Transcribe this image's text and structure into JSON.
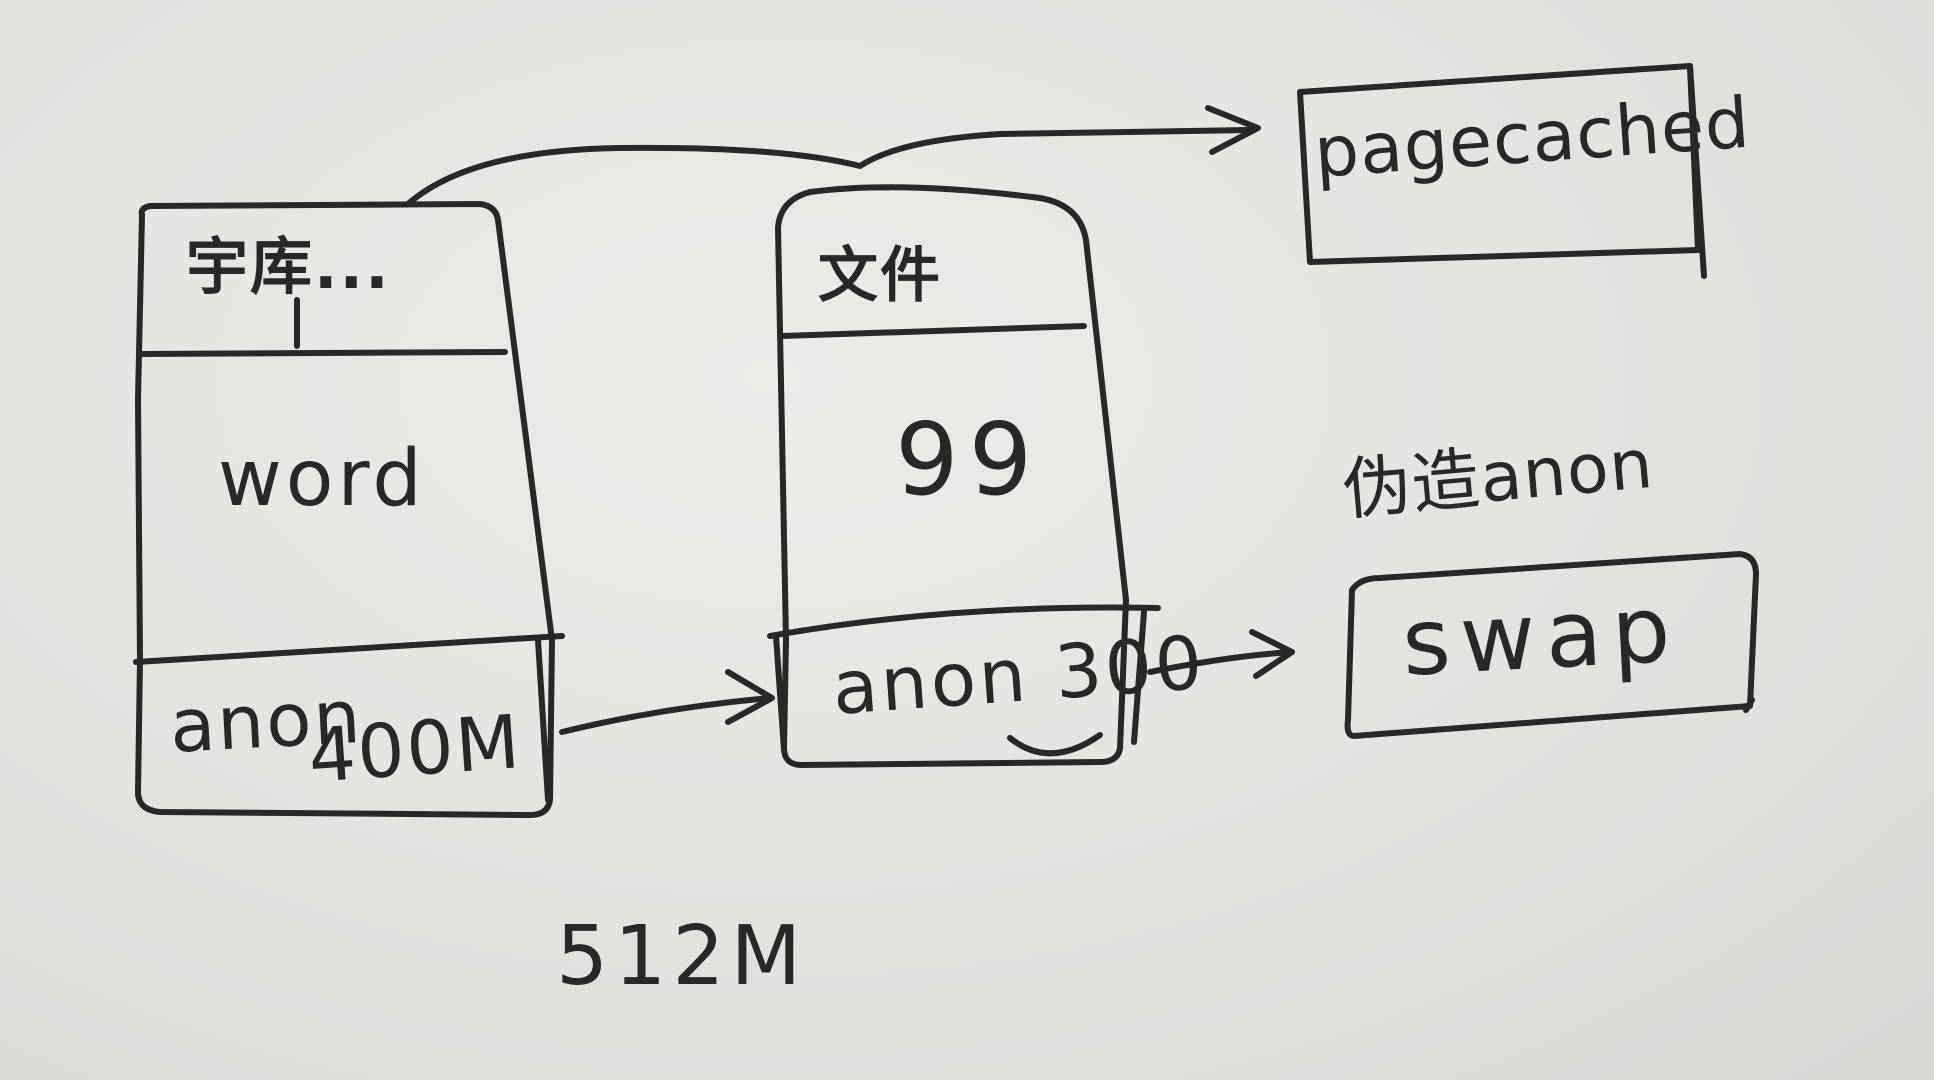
{
  "diagram": {
    "memory_box": {
      "top_label": "宇库...",
      "middle_label": "word",
      "bottom_label": "anon",
      "bottom_size": "400M"
    },
    "file_box": {
      "top_label": "文件",
      "middle_label": "99",
      "bottom_label": "anon 300"
    },
    "pagecache_label": "pagecached",
    "fake_anon_label": "伪造anon",
    "swap_label": "swap",
    "total_label": "512M"
  }
}
